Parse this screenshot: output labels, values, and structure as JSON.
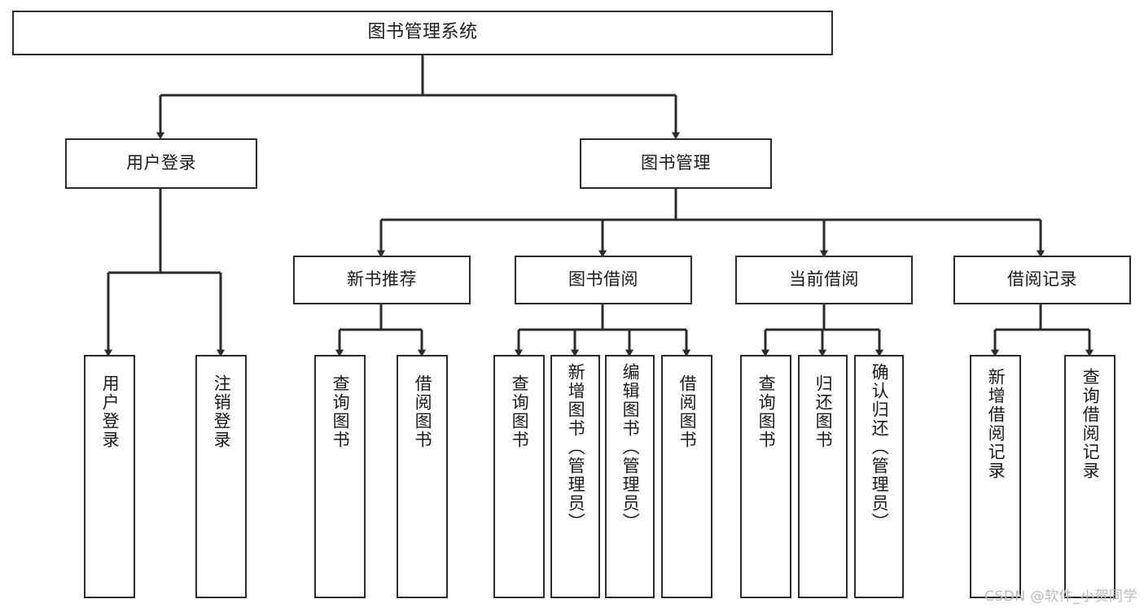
{
  "diagram": {
    "title": "图书管理系统",
    "watermark": "CSDN @软件_小贺同学",
    "line_color": "#2b2b2b",
    "box_fill": "#ffffff",
    "text_color": "#1a1a1a",
    "watermark_color": "#b9b9b9",
    "type": "tree-hierarchy",
    "levels": 4,
    "nodes": {
      "root": "图书管理系统",
      "level2": [
        "用户登录",
        "图书管理"
      ],
      "level3": [
        "新书推荐",
        "图书借阅",
        "当前借阅",
        "借阅记录"
      ],
      "leaves": {
        "user_login": [
          "用户登录",
          "注销登录"
        ],
        "new_book_recommend": [
          "查询图书",
          "借阅图书"
        ],
        "book_borrow": [
          "查询图书",
          "新增图书（管理员）",
          "编辑图书（管理员）",
          "借阅图书"
        ],
        "current_borrow": [
          "查询图书",
          "归还图书",
          "确认归还（管理员）"
        ],
        "borrow_record": [
          "新增借阅记录",
          "查询借阅记录"
        ]
      }
    },
    "labels": {
      "root": "图书管理系统",
      "user_login": "用户登录",
      "book_manage": "图书管理",
      "new_book_recommend": "新书推荐",
      "book_borrow": "图书借阅",
      "current_borrow": "当前借阅",
      "borrow_record": "借阅记录",
      "leaf_user_login": "用户登录",
      "leaf_logout": "注销登录",
      "leaf_query_book_a": "查询图书",
      "leaf_borrow_book_a": "借阅图书",
      "leaf_query_book_b": "查询图书",
      "leaf_add_book": "新增图书（管理员）",
      "leaf_edit_book": "编辑图书（管理员）",
      "leaf_borrow_book_b": "借阅图书",
      "leaf_query_book_c": "查询图书",
      "leaf_return_book": "归还图书",
      "leaf_confirm_return": "确认归还（管理员）",
      "leaf_add_record": "新增借阅记录",
      "leaf_query_record": "查询借阅记录"
    }
  }
}
